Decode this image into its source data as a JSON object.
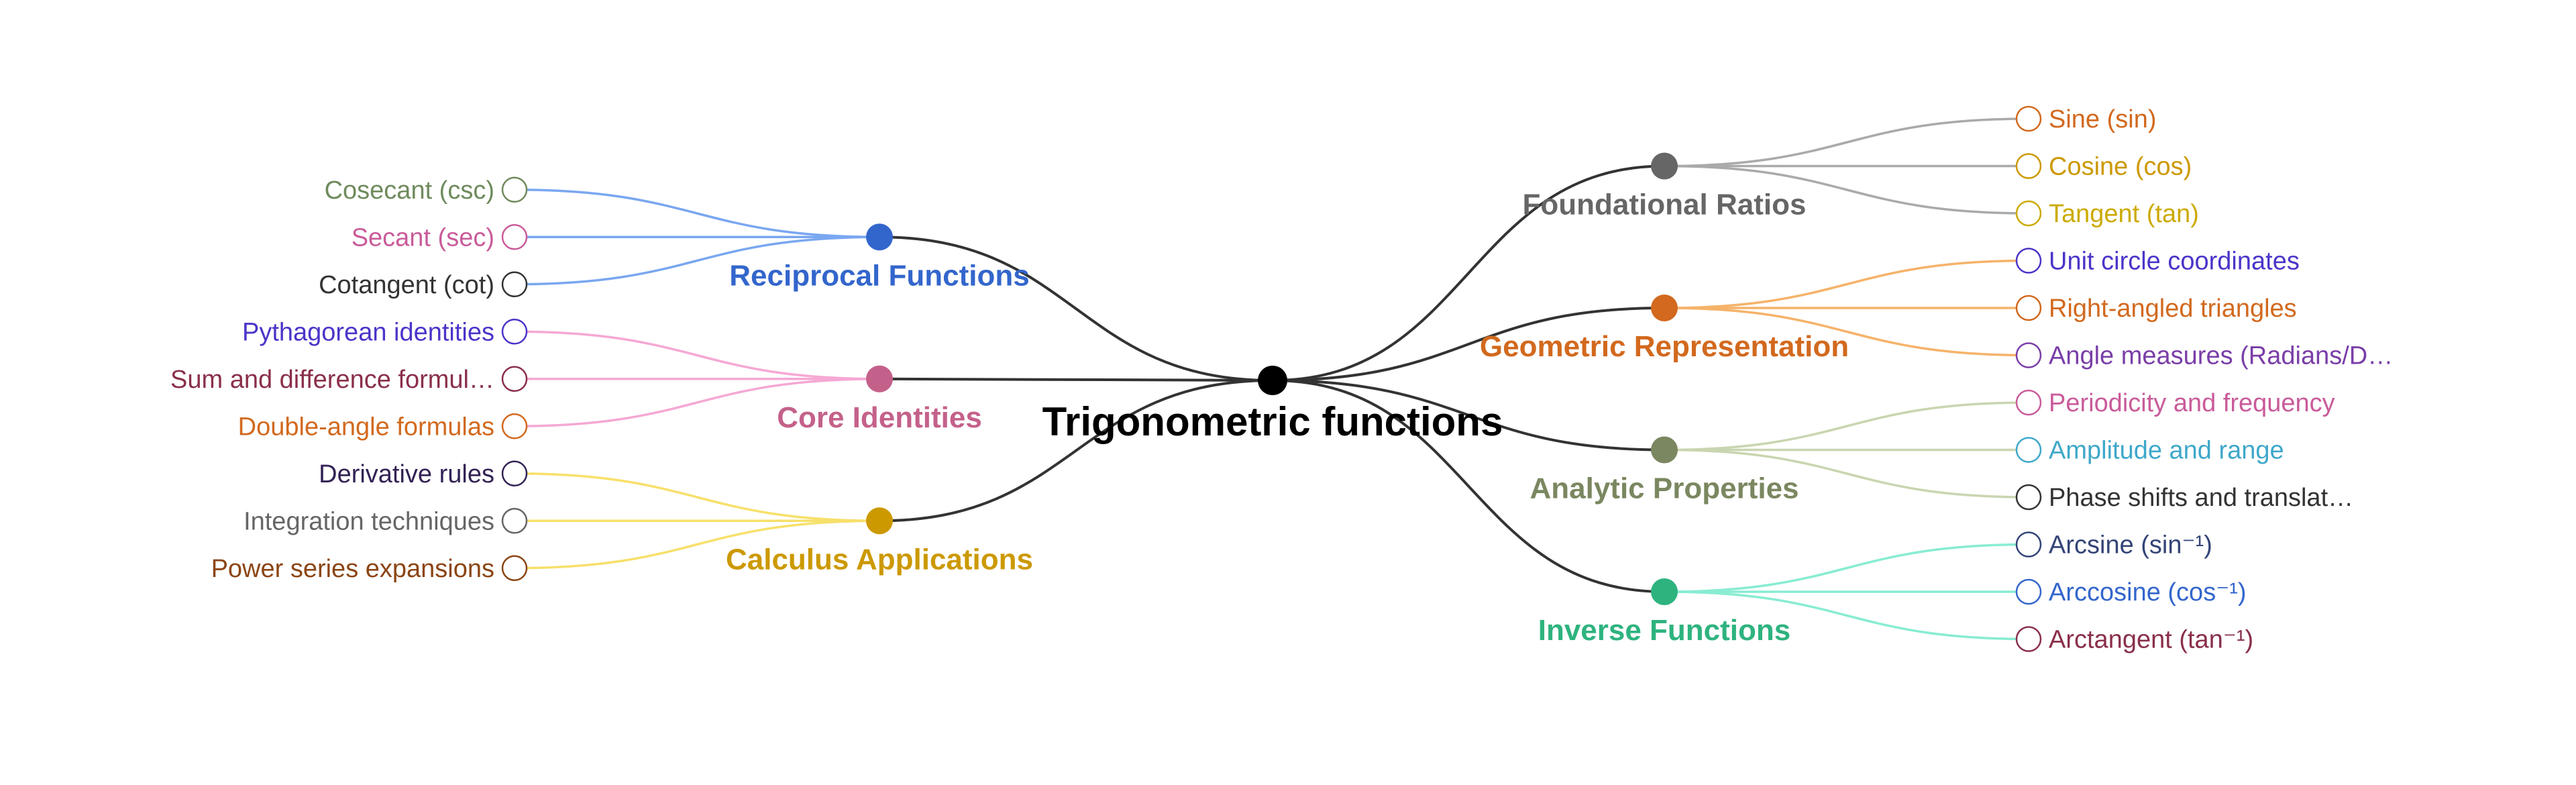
{
  "root": {
    "label": "Trigonometric functions",
    "color": "#000000",
    "link_color": "#333333"
  },
  "branches": [
    {
      "id": "reciprocal",
      "side": "left",
      "label": "Reciprocal Functions",
      "color": "#3366cc",
      "link_color": "#7aa7f0",
      "children": [
        {
          "label": "Cosecant (csc)",
          "color": "#6f8a5c"
        },
        {
          "label": "Secant (sec)",
          "color": "#c95b9a"
        },
        {
          "label": "Cotangent (cot)",
          "color": "#333333"
        }
      ]
    },
    {
      "id": "core",
      "side": "left",
      "label": "Core Identities",
      "color": "#c4618a",
      "link_color": "#f5a8d4",
      "children": [
        {
          "label": "Pythagorean identities",
          "color": "#4a35c9"
        },
        {
          "label": "Sum and difference formul…",
          "color": "#8a2f4a"
        },
        {
          "label": "Double-angle formulas",
          "color": "#d2691e"
        }
      ]
    },
    {
      "id": "calculus",
      "side": "left",
      "label": "Calculus Applications",
      "color": "#cc9900",
      "link_color": "#f7e06b",
      "children": [
        {
          "label": "Derivative rules",
          "color": "#332255"
        },
        {
          "label": "Integration techniques",
          "color": "#666666"
        },
        {
          "label": "Power series expansions",
          "color": "#8b4513"
        }
      ]
    },
    {
      "id": "foundational",
      "side": "right",
      "label": "Foundational Ratios",
      "color": "#666666",
      "link_color": "#aaaaaa",
      "children": [
        {
          "label": "Sine (sin)",
          "color": "#d2691e"
        },
        {
          "label": "Cosine (cos)",
          "color": "#cc9900"
        },
        {
          "label": "Tangent (tan)",
          "color": "#ccaa00"
        }
      ]
    },
    {
      "id": "geometric",
      "side": "right",
      "label": "Geometric Representation",
      "color": "#d2691e",
      "link_color": "#f5b36a",
      "children": [
        {
          "label": "Unit circle coordinates",
          "color": "#4a35c9"
        },
        {
          "label": "Right-angled triangles",
          "color": "#d2691e"
        },
        {
          "label": "Angle measures (Radians/D…",
          "color": "#7a3ea8"
        }
      ]
    },
    {
      "id": "analytic",
      "side": "right",
      "label": "Analytic Properties",
      "color": "#7a8760",
      "link_color": "#c9d5b0",
      "children": [
        {
          "label": "Periodicity and frequency",
          "color": "#c95b9a"
        },
        {
          "label": "Amplitude and range",
          "color": "#3fa8c9"
        },
        {
          "label": "Phase shifts and translat…",
          "color": "#333333"
        }
      ]
    },
    {
      "id": "inverse",
      "side": "right",
      "label": "Inverse Functions",
      "color": "#2eb37f",
      "link_color": "#88ecd2",
      "children": [
        {
          "label": "Arcsine (sin⁻¹)",
          "color": "#334477"
        },
        {
          "label": "Arccosine (cos⁻¹)",
          "color": "#3366cc"
        },
        {
          "label": "Arctangent (tan⁻¹)",
          "color": "#8a2f4a"
        }
      ]
    }
  ]
}
